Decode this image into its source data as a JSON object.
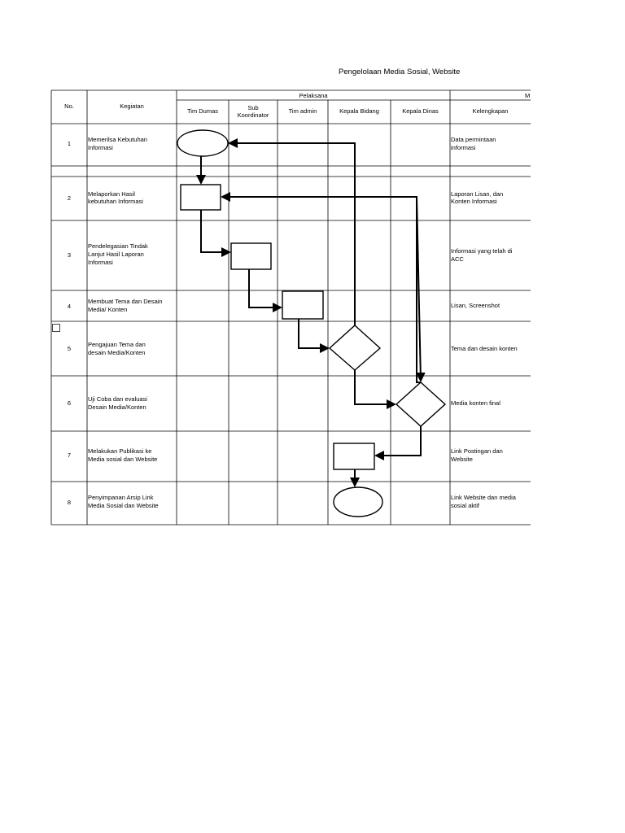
{
  "title": "Pengelolaan Media Sosial, Website",
  "header": {
    "no": "No.",
    "kegiatan": "Kegiatan",
    "pelaksana": "Pelaksana",
    "mutu_fragment": "M",
    "tim_dumas": "Tim Dumas",
    "sub_koordinator_1": "Sub",
    "sub_koordinator_2": "Koordinator",
    "tim_admin": "Tim admin",
    "kepala_bidang": "Kepala Bidang",
    "kepala_dinas": "Kepala Dinas",
    "kelengkapan": "Kelengkapan"
  },
  "rows": [
    {
      "no": "1",
      "kegiatan_1": "Memerilsa Kebutuhan",
      "kegiatan_2": "Informasi",
      "kegiatan_3": "",
      "kelengkapan_1": "Data permintaan",
      "kelengkapan_2": "informasi"
    },
    {
      "no": "2",
      "kegiatan_1": "Melaporkan Hasil",
      "kegiatan_2": "kebutuhan Informasi",
      "kegiatan_3": "",
      "kelengkapan_1": "Laporan Lisan, dan",
      "kelengkapan_2": "Konten Informasi"
    },
    {
      "no": "3",
      "kegiatan_1": "Pendelegasian Tindak",
      "kegiatan_2": "Lanjut Hasil Laporan",
      "kegiatan_3": "Informasi",
      "kelengkapan_1": "Informasi yang telah di",
      "kelengkapan_2": "ACC"
    },
    {
      "no": "4",
      "kegiatan_1": "Membuat Tema dan Desain",
      "kegiatan_2": "Media/ Konten",
      "kegiatan_3": "",
      "kelengkapan_1": "Lisan, Screenshot",
      "kelengkapan_2": ""
    },
    {
      "no": "5",
      "kegiatan_1": "Pengajuan Tema dan",
      "kegiatan_2": "desain Media/Konten",
      "kegiatan_3": "",
      "kelengkapan_1": "Tema dan desain konten",
      "kelengkapan_2": ""
    },
    {
      "no": "6",
      "kegiatan_1": "Uji Coba dan evaluasi",
      "kegiatan_2": "Desain Media/Konten",
      "kegiatan_3": "",
      "kelengkapan_1": "Media konten final",
      "kelengkapan_2": ""
    },
    {
      "no": "7",
      "kegiatan_1": "Melakukan Publikasi ke",
      "kegiatan_2": "Media sosial dan Website",
      "kegiatan_3": "",
      "kelengkapan_1": "Link Postingan dan",
      "kelengkapan_2": "Website"
    },
    {
      "no": "8",
      "kegiatan_1": "Penyimpanan Arsip Link",
      "kegiatan_2": "Media Sosial dan Website",
      "kegiatan_3": "",
      "kelengkapan_1": "Link Website dan media",
      "kelengkapan_2": "sosial aktif"
    }
  ]
}
